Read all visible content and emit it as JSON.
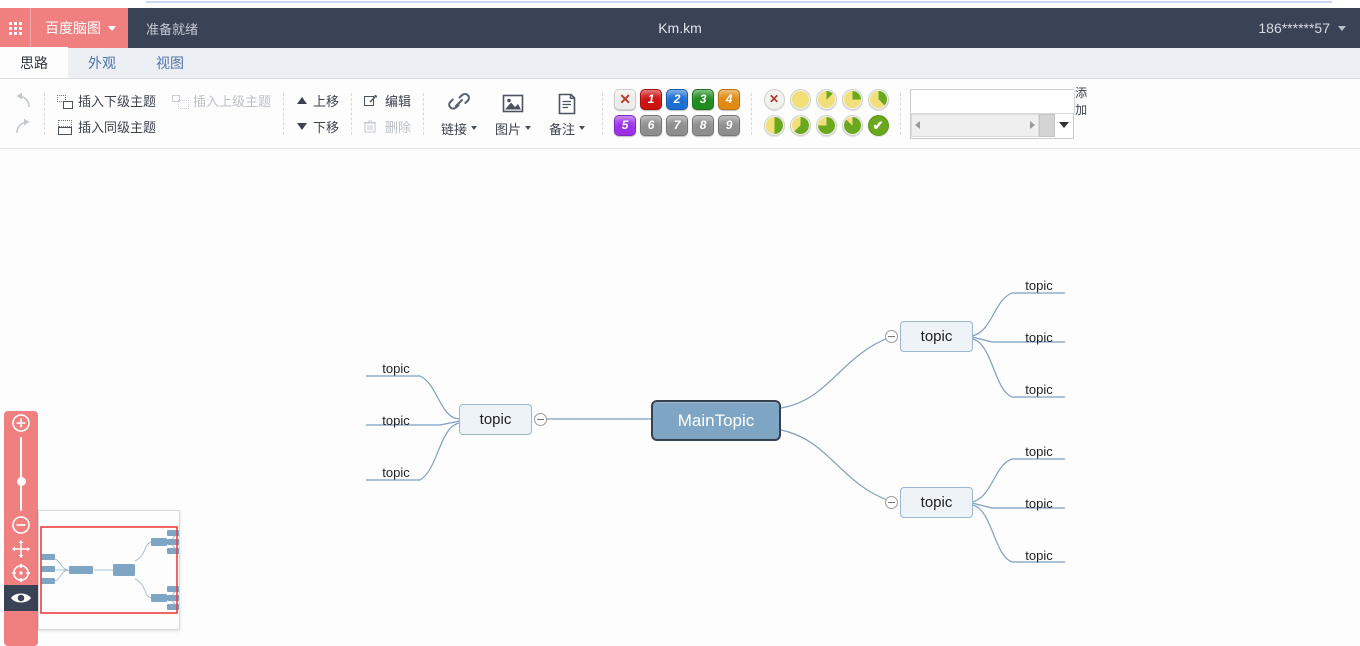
{
  "header": {
    "logo_icon": "grid-apps-icon",
    "brand": "百度脑图",
    "brand_caret": "chevron-down-icon",
    "status": "准备就绪",
    "doc_title": "Km.km",
    "user": "186******57",
    "user_caret": "chevron-down-icon"
  },
  "tabs": [
    {
      "label": "思路",
      "active": true
    },
    {
      "label": "外观",
      "active": false
    },
    {
      "label": "视图",
      "active": false
    }
  ],
  "toolbar": {
    "undo_icon": "undo-arrow-icon",
    "redo_icon": "redo-arrow-icon",
    "insert_sub": "插入下级主题",
    "insert_parent": "插入上级主题",
    "insert_sibling": "插入同级主题",
    "move_up": "上移",
    "move_down": "下移",
    "edit": "编辑",
    "delete": "删除",
    "link": "链接",
    "image": "图片",
    "note": "备注",
    "link_icon": "chain-link-icon",
    "image_icon": "picture-icon",
    "note_icon": "document-note-icon",
    "priority": {
      "clear": "✕",
      "values": [
        "1",
        "2",
        "3",
        "4",
        "5",
        "6",
        "7",
        "8",
        "9"
      ],
      "colors": [
        "#cc1111",
        "#1b6fd0",
        "#1e8c1e",
        "#e08a10",
        "#9b30e8",
        "#8e8e8e",
        "#8e8e8e",
        "#8e8e8e",
        "#8e8e8e"
      ]
    },
    "progress": {
      "clear": "✕",
      "steps": [
        0,
        12.5,
        25,
        37.5,
        50,
        62.5,
        75,
        87.5,
        100
      ],
      "done_icon": "check-icon",
      "fill_color": "#6aa81e",
      "empty_color": "#f2df7a"
    },
    "add_panel": {
      "input_value": "",
      "input_placeholder": "",
      "add_label": "添加",
      "scroll_left_icon": "triangle-left-icon",
      "scroll_right_icon": "triangle-right-icon",
      "dropdown_icon": "caret-down-icon"
    }
  },
  "canvas": {
    "main_topic": "MainTopic",
    "left_branch": {
      "label": "topic",
      "children": [
        "topic",
        "topic",
        "topic"
      ]
    },
    "right_branches": [
      {
        "label": "topic",
        "children": [
          "topic",
          "topic",
          "topic"
        ]
      },
      {
        "label": "topic",
        "children": [
          "topic",
          "topic",
          "topic"
        ]
      }
    ],
    "colors": {
      "main_fill": "#7fa5c4",
      "main_border": "#36404f",
      "sub_fill": "#eef3f8",
      "sub_border": "#9cb6d0",
      "edge": "#7d9ec4"
    }
  },
  "zoom_panel": {
    "zoom_in_icon": "zoom-in-icon",
    "zoom_out_icon": "zoom-out-icon",
    "slider_icon": "zoom-slider",
    "drag_icon": "move-hand-icon",
    "center_icon": "crosshair-center-icon",
    "preview_icon": "eye-icon",
    "accent": "#f08080"
  },
  "minimap": {
    "viewport_color": "#ec3f3f",
    "node_color": "#7fa5c4"
  }
}
